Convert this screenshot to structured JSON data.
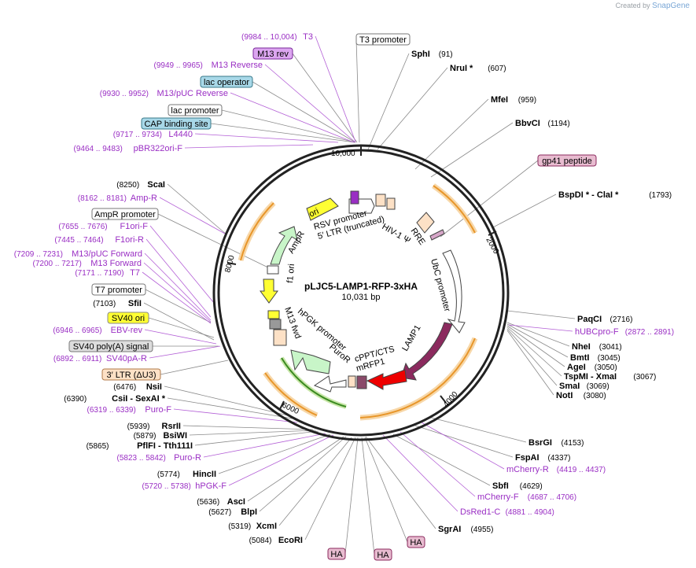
{
  "credit": {
    "prefix": "Created by",
    "brand": "SnapGene"
  },
  "plasmid": {
    "name": "pLJC5-LAMP1-RFP-3xHA",
    "length": "10,031 bp"
  },
  "ticks": [
    "10,000",
    "2000",
    "4000",
    "6000",
    "8000"
  ],
  "colors": {
    "primer": "#9a2fc4",
    "orf": "#f5a623",
    "lamp1": "#8b2a5e",
    "mrfp1": "#e00000",
    "ori": "#f0f000",
    "ampr": "#c8f5c8"
  },
  "enzymes": [
    {
      "name": "SphI",
      "pos": "(91)"
    },
    {
      "name": "NruI *",
      "pos": "(607)"
    },
    {
      "name": "MfeI",
      "pos": "(959)"
    },
    {
      "name": "BbvCI",
      "pos": "(1194)"
    },
    {
      "name": "BspDI * - ClaI *",
      "pos": "(1793)"
    },
    {
      "name": "PaqCI",
      "pos": "(2716)"
    },
    {
      "name": "NheI",
      "pos": "(3041)"
    },
    {
      "name": "BmtI",
      "pos": "(3045)"
    },
    {
      "name": "AgeI",
      "pos": "(3050)"
    },
    {
      "name": "TspMI - XmaI",
      "pos": "(3067)"
    },
    {
      "name": "SmaI",
      "pos": "(3069)"
    },
    {
      "name": "NotI",
      "pos": "(3080)"
    },
    {
      "name": "BsrGI",
      "pos": "(4153)"
    },
    {
      "name": "FspAI",
      "pos": "(4337)"
    },
    {
      "name": "SbfI",
      "pos": "(4629)"
    },
    {
      "name": "SgrAI",
      "pos": "(4955)"
    },
    {
      "name": "EcoRI",
      "pos": "(5084)"
    },
    {
      "name": "XcmI",
      "pos": "(5319)"
    },
    {
      "name": "BlpI",
      "pos": "(5627)"
    },
    {
      "name": "AscI",
      "pos": "(5636)"
    },
    {
      "name": "HincII",
      "pos": "(5774)"
    },
    {
      "name": "PflFI - Tth111I",
      "pos": "(5865)"
    },
    {
      "name": "BsiWI",
      "pos": "(5879)"
    },
    {
      "name": "RsrII",
      "pos": "(5939)"
    },
    {
      "name": "CsiI - SexAI *",
      "pos": "(6390)"
    },
    {
      "name": "NsiI",
      "pos": "(6476)"
    },
    {
      "name": "SfiI",
      "pos": "(7103)"
    },
    {
      "name": "ScaI",
      "pos": "(8250)"
    }
  ],
  "primers": [
    {
      "name": "T3",
      "pos": "(9984 .. 10,004)"
    },
    {
      "name": "M13 Reverse",
      "pos": "(9949 .. 9965)"
    },
    {
      "name": "M13/pUC Reverse",
      "pos": "(9930 .. 9952)"
    },
    {
      "name": "L4440",
      "pos": "(9717 .. 9734)"
    },
    {
      "name": "pBR322ori-F",
      "pos": "(9464 .. 9483)"
    },
    {
      "name": "Amp-R",
      "pos": "(8162 .. 8181)"
    },
    {
      "name": "F1ori-F",
      "pos": "(7655 .. 7676)"
    },
    {
      "name": "F1ori-R",
      "pos": "(7445 .. 7464)"
    },
    {
      "name": "M13/pUC Forward",
      "pos": "(7209 .. 7231)"
    },
    {
      "name": "M13 Forward",
      "pos": "(7200 .. 7217)"
    },
    {
      "name": "T7",
      "pos": "(7171 .. 7190)"
    },
    {
      "name": "EBV-rev",
      "pos": "(6946 .. 6965)"
    },
    {
      "name": "SV40pA-R",
      "pos": "(6892 .. 6911)"
    },
    {
      "name": "Puro-F",
      "pos": "(6319 .. 6339)"
    },
    {
      "name": "Puro-R",
      "pos": "(5823 .. 5842)"
    },
    {
      "name": "hPGK-F",
      "pos": "(5720 .. 5738)"
    },
    {
      "name": "hUBCpro-F",
      "pos": "(2872 .. 2891)"
    },
    {
      "name": "mCherry-R",
      "pos": "(4419 .. 4437)"
    },
    {
      "name": "mCherry-F",
      "pos": "(4687 .. 4706)"
    },
    {
      "name": "DsRed1-C",
      "pos": "(4881 .. 4904)"
    }
  ],
  "features": {
    "m13rev": "M13 rev",
    "t3promoter": "T3 promoter",
    "lacoperator": "lac operator",
    "lacpromoter": "lac promoter",
    "cap": "CAP binding site",
    "gp41": "gp41 peptide",
    "amprpromoter": "AmpR promoter",
    "t7promoter": "T7 promoter",
    "sv40ori": "SV40 ori",
    "sv40polya": "SV40 poly(A) signal",
    "ltr3": "3′ LTR (ΔU3)",
    "ha1": "HA",
    "ha2": "HA",
    "ha3": "HA"
  },
  "inner": {
    "ori": "ori",
    "rsv": "RSV promoter",
    "ltr5": "5′ LTR (truncated)",
    "hiv": "HIV-1 Ψ",
    "rre": "RRE",
    "ubc": "UbC promoter",
    "ampr": "AmpR",
    "f1ori": "f1 ori",
    "m13fwd": "M13 fwd",
    "hpgk": "hPGK promoter",
    "puror": "PuroR",
    "cppt": "cPPT/CTS",
    "mrfp1": "mRFP1",
    "lamp1": "LAMP1"
  }
}
